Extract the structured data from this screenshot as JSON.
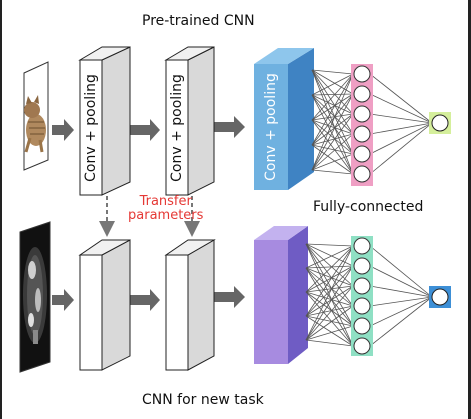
{
  "title_top": "Pre-trained CNN",
  "title_bottom": "CNN for new task",
  "fully_connected_label": "Fully-connected",
  "transfer_label": "Transfer\nparameters",
  "block_labels": [
    "Conv + pooling",
    "Conv + pooling",
    "Conv + pooling"
  ],
  "colors": {
    "background": "#222222",
    "panel": "#ffffff",
    "arrow": "#666666",
    "transfer_text": "#e53935",
    "top_conv_front": "#6fb1e0",
    "top_conv_side": "#3f83c3",
    "bottom_conv_front": "#a78be0",
    "bottom_conv_side": "#6f5cc4",
    "top_fc_layer": "#ef9fc4",
    "bottom_fc_layer": "#8fe0c4",
    "top_output": "#d5ef9c",
    "bottom_output": "#3d8fd6"
  },
  "icons": [
    "cat-photo-icon",
    "ct-scan-image-icon"
  ]
}
